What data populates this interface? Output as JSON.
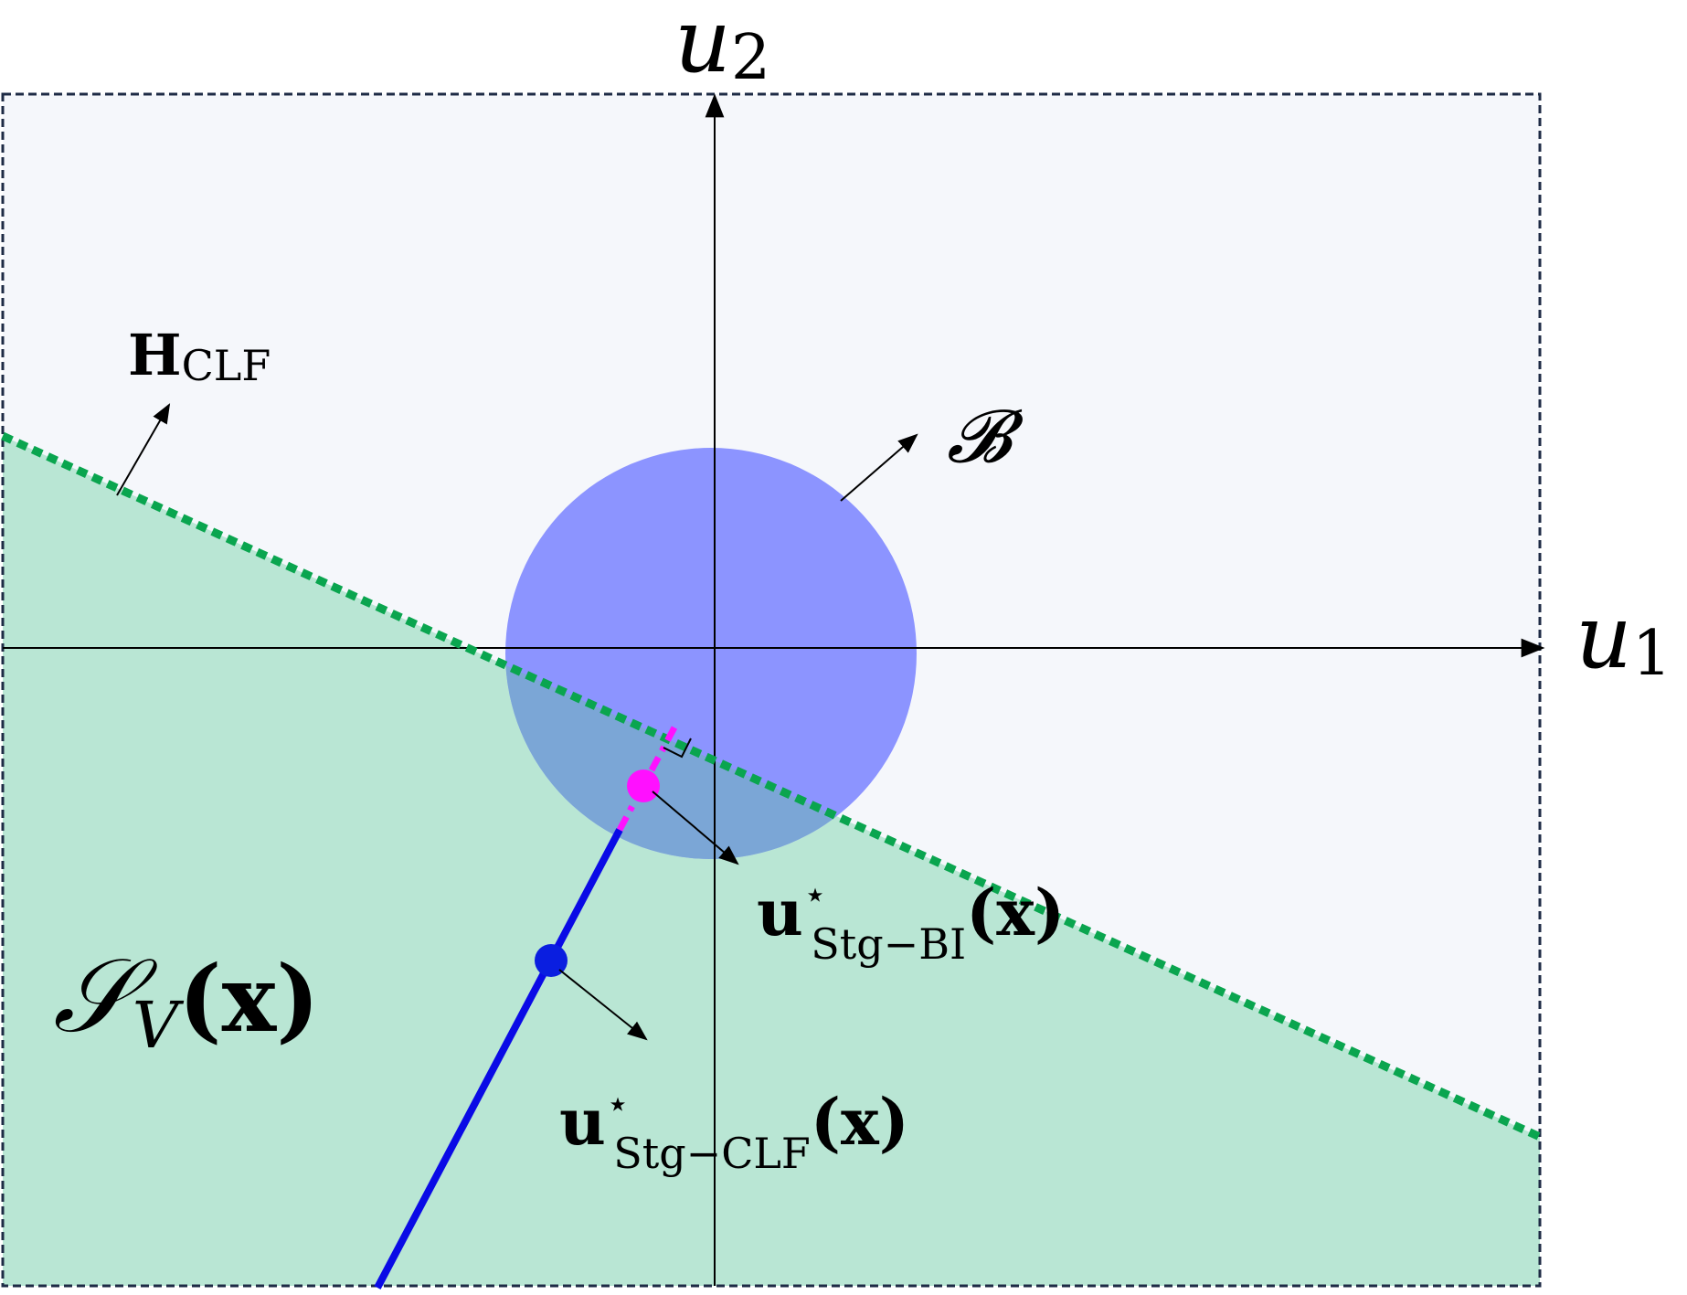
{
  "axes": {
    "u1_base": "u",
    "u1_sub": "1",
    "u2_base": "u",
    "u2_sub": "2"
  },
  "labels": {
    "h_clf_main": "H",
    "h_clf_sub": "CLF",
    "ball": "𝓑",
    "sv_main": "𝒮",
    "sv_sub": "V",
    "sv_arg": "(x)",
    "u_bi_main": "u",
    "u_bi_sup": "⋆",
    "u_bi_sub": "Stg−BI",
    "u_bi_arg": "(x)",
    "u_clf_main": "u",
    "u_clf_sup": "⋆",
    "u_clf_sub": "Stg−CLF",
    "u_clf_arg": "(x)"
  },
  "colors": {
    "background_region": "#f5f7fb",
    "clf_halfspace": "#b9e6d4",
    "clf_boundary": "#0aa54f",
    "ball_fill": "#8c94ff",
    "ball_overlap": "#7ba6d6",
    "clf_solution_line": "#0a0ae6",
    "clf_solution_point": "#0a1ee0",
    "bi_solution_point": "#ff10ff",
    "frame": "#1e2b45",
    "axes": "#000000"
  }
}
